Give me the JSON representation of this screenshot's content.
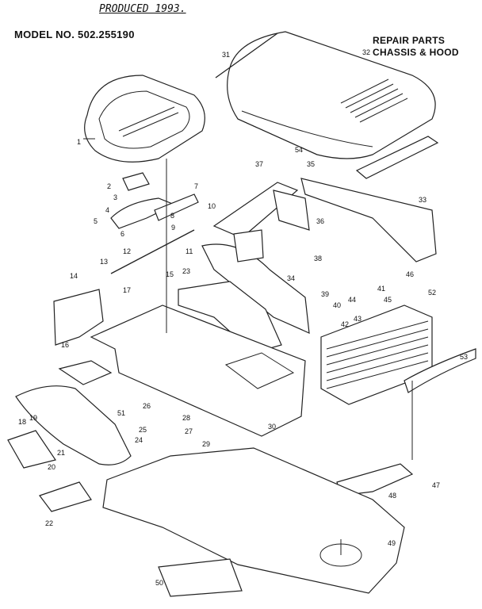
{
  "header": {
    "produced": "PRODUCED 1993.",
    "model": "MODEL NO. 502.255190",
    "repair_line1": "REPAIR PARTS",
    "repair_line2": "CHASSIS & HOOD"
  },
  "part_numbers": [
    "1",
    "2",
    "3",
    "4",
    "5",
    "6",
    "7",
    "8",
    "9",
    "10",
    "11",
    "12",
    "13",
    "14",
    "15",
    "16",
    "17",
    "18",
    "19",
    "20",
    "21",
    "22",
    "23",
    "24",
    "25",
    "26",
    "27",
    "28",
    "29",
    "30",
    "31",
    "32",
    "33",
    "34",
    "35",
    "36",
    "37",
    "38",
    "39",
    "40",
    "41",
    "42",
    "43",
    "44",
    "45",
    "46",
    "47",
    "48",
    "49",
    "50",
    "51",
    "52",
    "53",
    "54"
  ],
  "colors": {
    "ink": "#222222",
    "paper": "#ffffff"
  }
}
